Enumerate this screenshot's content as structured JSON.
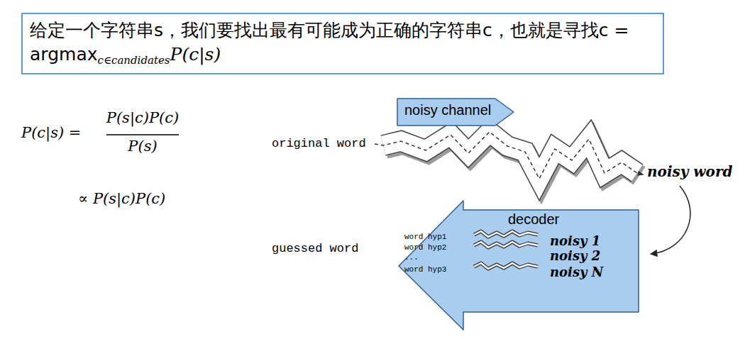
{
  "diagram": {
    "nodes": [
      {
        "text": [
          "给定一个字符串s，我们要找出最有可能成为正确的字符串c，也就是寻找c = argmax",
          "c∈candidates",
          "P(c|s)"
        ]
      },
      {
        "text": [
          "noisy channel"
        ]
      },
      {
        "text": [
          "decoder",
          "word hyp1",
          "word hyp2",
          "...",
          "word hyp3",
          "noisy 1",
          "noisy 2",
          "noisy N"
        ]
      }
    ],
    "labels": [
      "P(c|s) =",
      "P(s|c)P(c)",
      "P(s)",
      "∝ P(s|c)P(c)",
      "original word",
      "noisy word",
      "guessed word"
    ]
  }
}
